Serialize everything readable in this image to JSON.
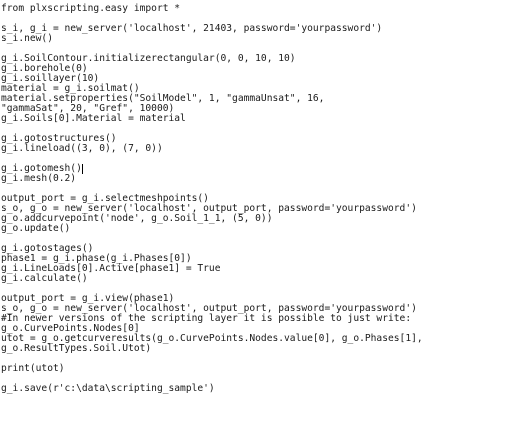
{
  "editor": {
    "lines": [
      "from plxscripting.easy import *",
      "",
      "s_i, g_i = new_server('localhost', 21403, password='yourpassword')",
      "s_i.new()",
      "",
      "g_i.SoilContour.initializerectangular(0, 0, 10, 10)",
      "g_i.borehole(0)",
      "g_i.soillayer(10)",
      "material = g_i.soilmat()",
      "material.setproperties(\"SoilModel\", 1, \"gammaUnsat\", 16,",
      "\"gammaSat\", 20, \"Gref\", 10000)",
      "g_i.Soils[0].Material = material",
      "",
      "g_i.gotostructures()",
      "g_i.lineload((3, 0), (7, 0))",
      "",
      "g_i.gotomesh()",
      "g_i.mesh(0.2)",
      "",
      "output_port = g_i.selectmeshpoints()",
      "s_o, g_o = new_server('localhost', output_port, password='yourpassword')",
      "g_o.addcurvepoint('node', g_o.Soil_1_1, (5, 0))",
      "g_o.update()",
      "",
      "g_i.gotostages()",
      "phase1 = g_i.phase(g_i.Phases[0])",
      "g_i.LineLoads[0].Active[phase1] = True",
      "g_i.calculate()",
      "",
      "output_port = g_i.view(phase1)",
      "s_o, g_o = new_server('localhost', output_port, password='yourpassword')",
      "#In newer versions of the scripting layer it is possible to just write:",
      "g_o.CurvePoints.Nodes[0]",
      "utot = g_o.getcurveresults(g_o.CurvePoints.Nodes.value[0], g_o.Phases[1],",
      "g_o.ResultTypes.Soil.Utot)",
      "",
      "print(utot)",
      "",
      "g_i.save(r'c:\\data\\scripting_sample')"
    ],
    "caret_line": 16
  }
}
